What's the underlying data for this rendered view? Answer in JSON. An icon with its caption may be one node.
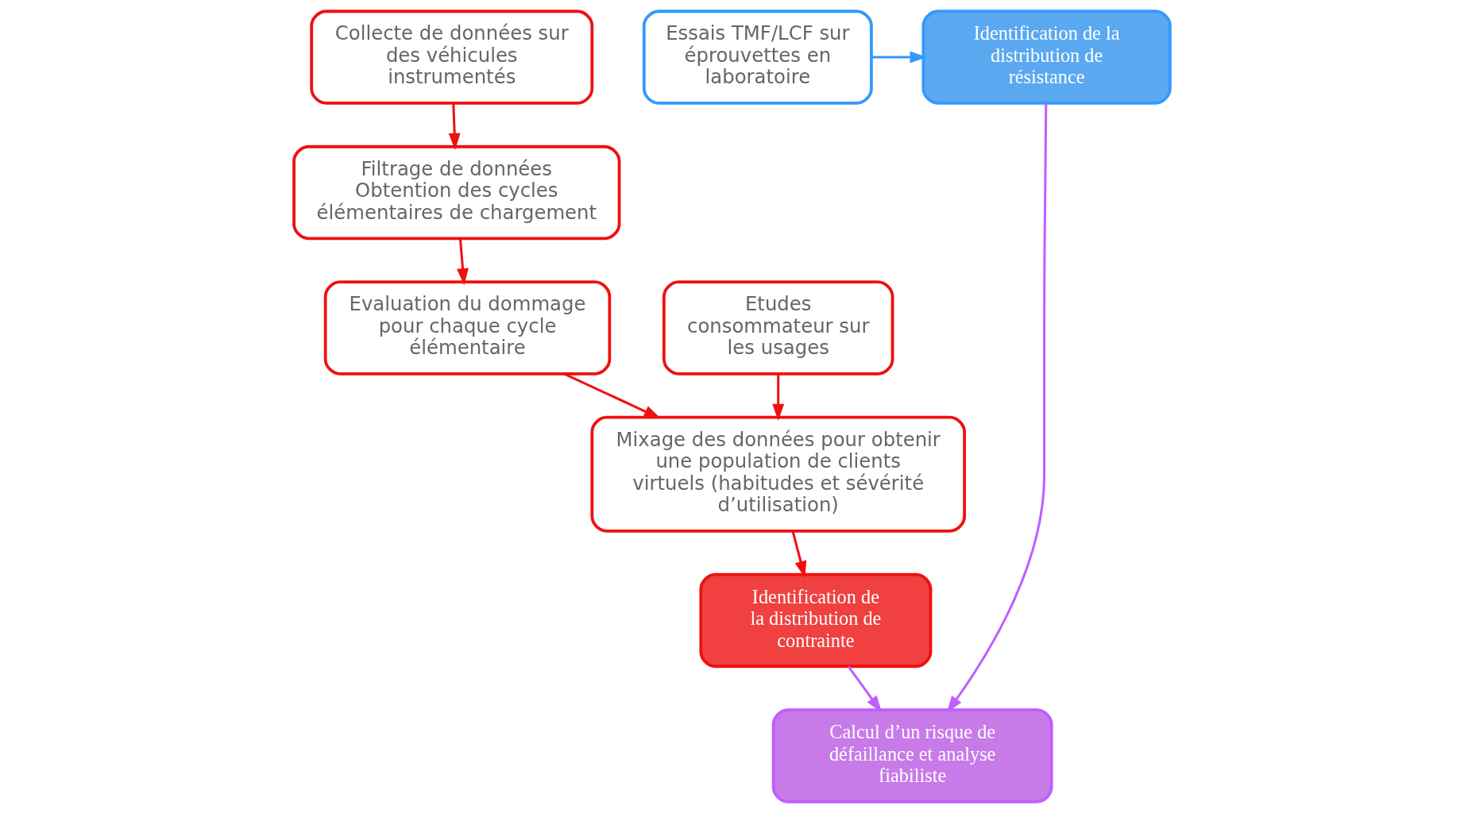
{
  "diagram": {
    "nodes": [
      {
        "text": [
          "Collecte de données sur des véhicules instrumentés"
        ]
      },
      {
        "text": [
          "Filtrage de données",
          "Obtention des cycles élémentaires de chargement"
        ]
      },
      {
        "text": [
          "Evaluation du dommage pour chaque cycle élémentaire"
        ]
      },
      {
        "text": [
          "Etudes consommateur sur les usages"
        ]
      },
      {
        "text": [
          "Mixage des données pour obtenir une population de clients virtuels (habitudes et sévérité d’utilisation)"
        ]
      },
      {
        "text": [
          "Essais TMF/LCF sur éprouvettes en laboratoire"
        ]
      },
      {
        "text": [
          "Identification de la distribution de résistance"
        ]
      },
      {
        "text": [
          "Identification de la distribution de contrainte"
        ]
      },
      {
        "text": [
          "Calcul d’un risque de défaillance et analyse fiabiliste"
        ]
      }
    ],
    "edges": [
      {
        "from": 0,
        "to": 1,
        "arrow": "to"
      },
      {
        "from": 1,
        "to": 2,
        "arrow": "to"
      },
      {
        "from": 2,
        "to": 4,
        "arrow": "to"
      },
      {
        "from": 3,
        "to": 4,
        "arrow": "to"
      },
      {
        "from": 4,
        "to": 7,
        "arrow": "to"
      },
      {
        "from": 5,
        "to": 6,
        "arrow": "to",
        "color": "#3399ff"
      },
      {
        "from": 6,
        "to": 8,
        "arrow": "to",
        "color": "#bf5fff"
      },
      {
        "from": 7,
        "to": 8,
        "arrow": "to",
        "color": "#bf5fff"
      }
    ]
  }
}
